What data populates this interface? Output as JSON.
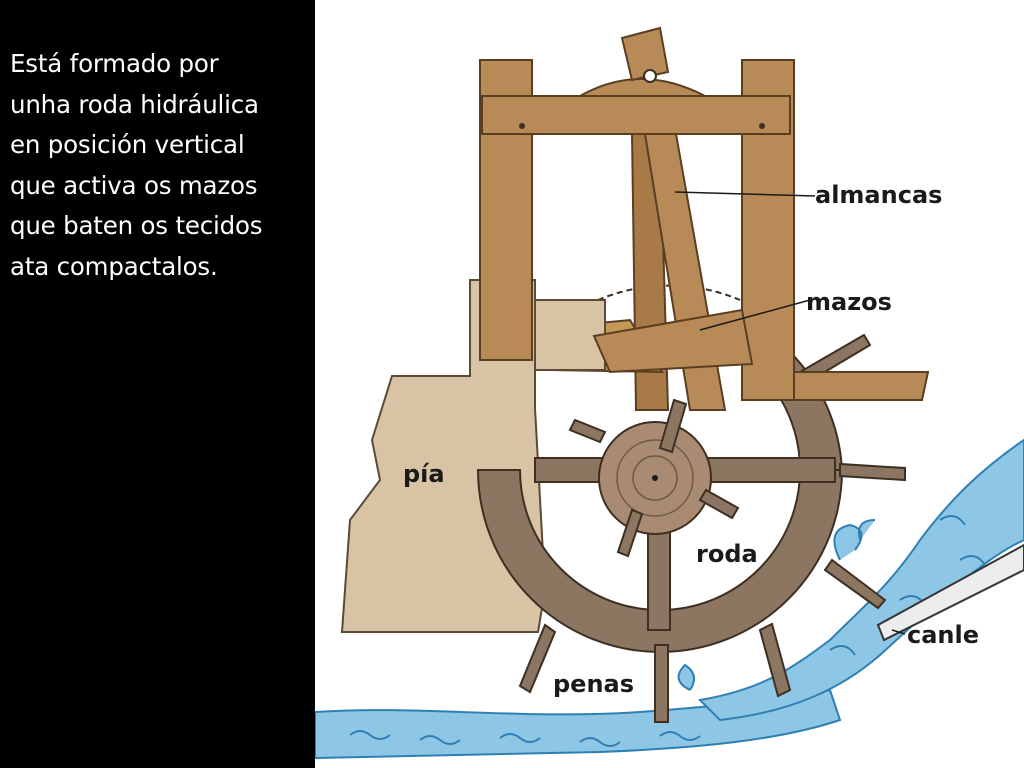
{
  "caption": {
    "lines": [
      "Está formado por",
      "unha roda hidráulica",
      "en posición vertical",
      "que activa os mazos",
      "que baten os tecidos",
      "ata compactalos."
    ]
  },
  "labels": {
    "almancas": "almancas",
    "mazos": "mazos",
    "pia": "pía",
    "roda": "roda",
    "canle": "canle",
    "penas": "penas"
  },
  "colors": {
    "wood_light": "#b78a58",
    "wood_dark": "#8a6440",
    "wheel": "#8c7662",
    "pia": "#d8c4a4",
    "water": "#8ec7e6",
    "background_left": "#000000",
    "background_right": "#ffffff"
  }
}
